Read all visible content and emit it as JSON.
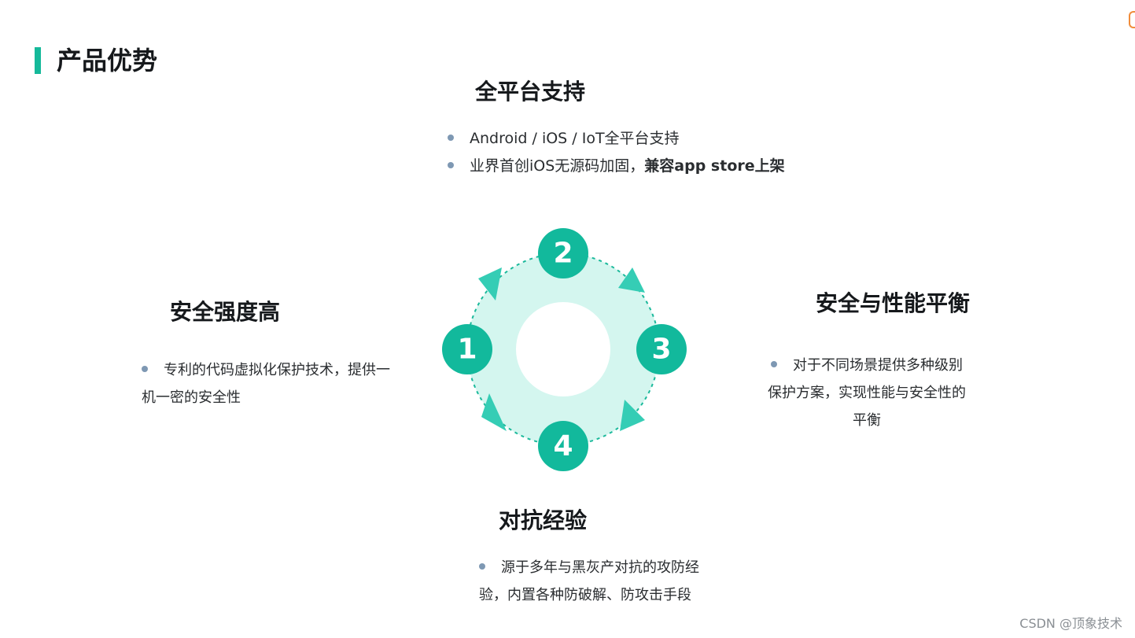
{
  "page": {
    "title": "产品优势"
  },
  "sections": {
    "top": {
      "title": "全平台支持",
      "bullets": [
        {
          "text": "Android / iOS / IoT全平台支持"
        },
        {
          "text": "业界首创iOS无源码加固，",
          "strong": "兼容app store上架"
        }
      ]
    },
    "left": {
      "title": "安全强度高",
      "lines": [
        "专利的代码虚拟化保护技术，提供一",
        "机一密的安全性"
      ]
    },
    "right": {
      "title": "安全与性能平衡",
      "lines": [
        "对于不同场景提供多种级别",
        "保护方案，实现性能与安全性的",
        "平衡"
      ]
    },
    "bottom": {
      "title": "对抗经验",
      "lines": [
        "源于多年与黑灰产对抗的攻防经",
        "验，内置各种防破解、防攻击手段"
      ]
    }
  },
  "cycle": {
    "nodes": [
      {
        "label": "2"
      },
      {
        "label": "3"
      },
      {
        "label": "4"
      },
      {
        "label": "1"
      }
    ],
    "colors": {
      "node": "#12b99c",
      "ring": "#d4f6ef",
      "dash": "#1bb99b",
      "arrow": "#35cdb5"
    }
  },
  "watermark": "CSDN @顶象技术"
}
